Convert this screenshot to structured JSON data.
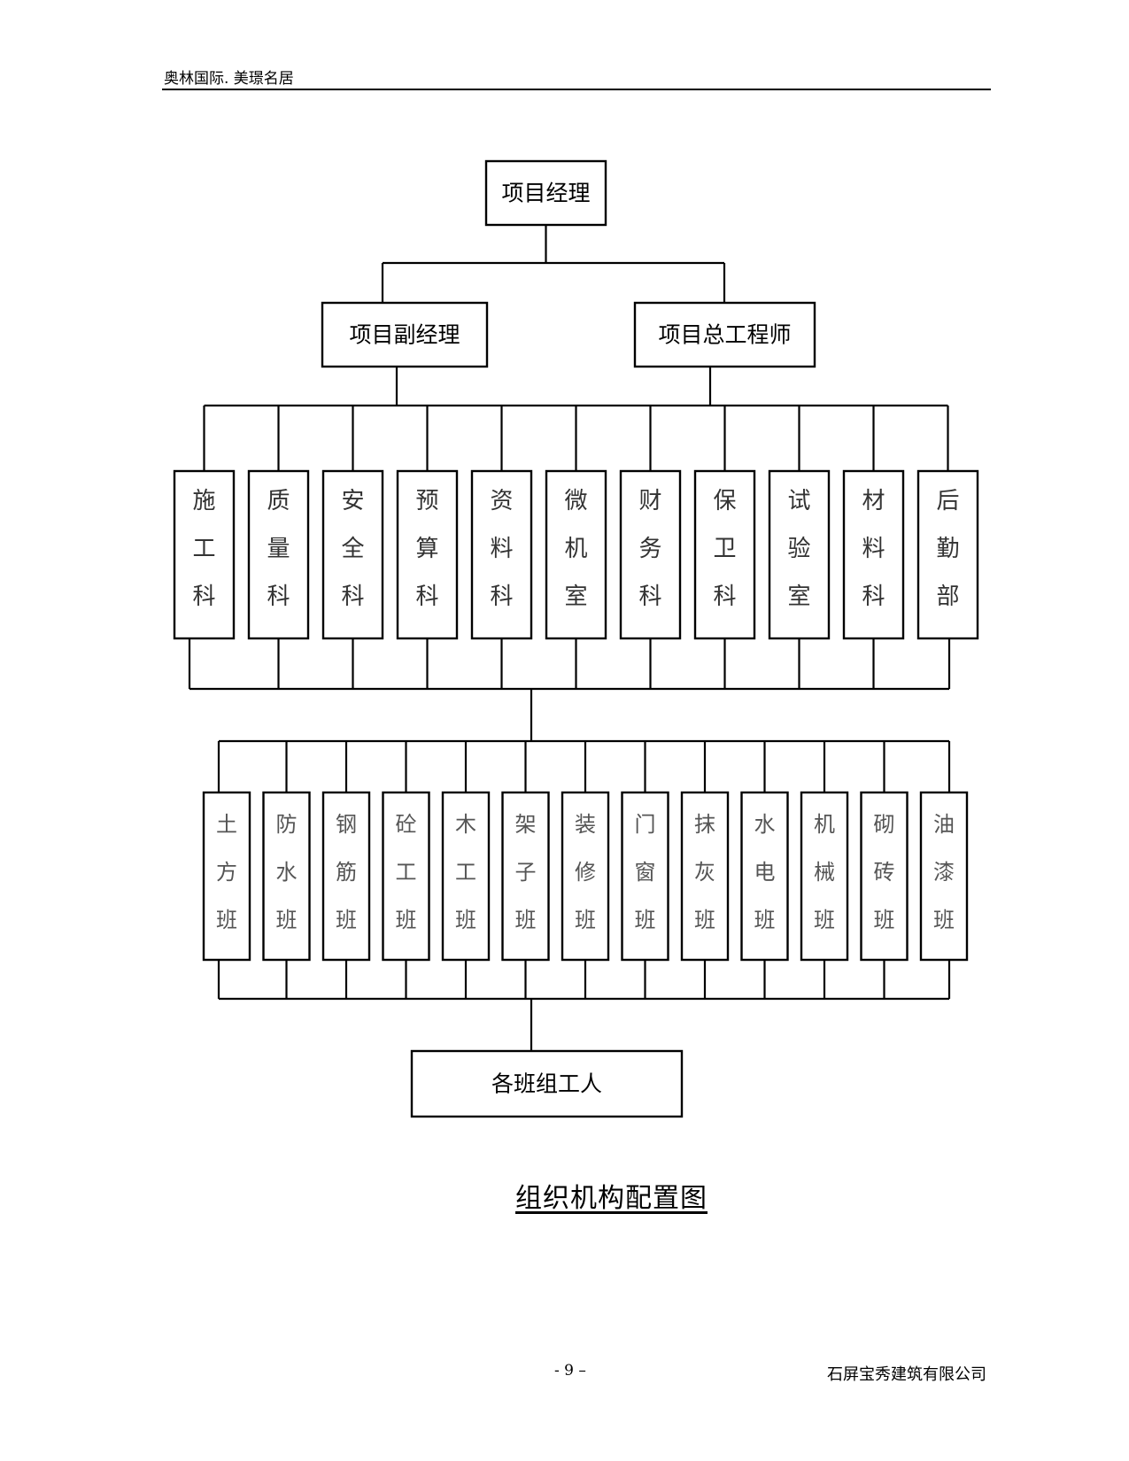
{
  "header": {
    "title": "奥林国际. 美璟名居"
  },
  "org": {
    "top": "项目经理",
    "deputies": [
      "项目副经理",
      "项目总工程师"
    ],
    "departments": [
      "施工科",
      "质量科",
      "安全科",
      "预算科",
      "资料科",
      "微机室",
      "财务科",
      "保卫科",
      "试验室",
      "材料科",
      "后勤部"
    ],
    "teams": [
      "土方班",
      "防水班",
      "钢筋班",
      "砼工班",
      "木工班",
      "架子班",
      "装修班",
      "门窗班",
      "抹灰班",
      "水电班",
      "机械班",
      "砌砖班",
      "油漆班"
    ],
    "workers": "各班组工人"
  },
  "caption": "组织机构配置图",
  "footer": {
    "page": "- 9 –",
    "company": "石屏宝秀建筑有限公司"
  }
}
